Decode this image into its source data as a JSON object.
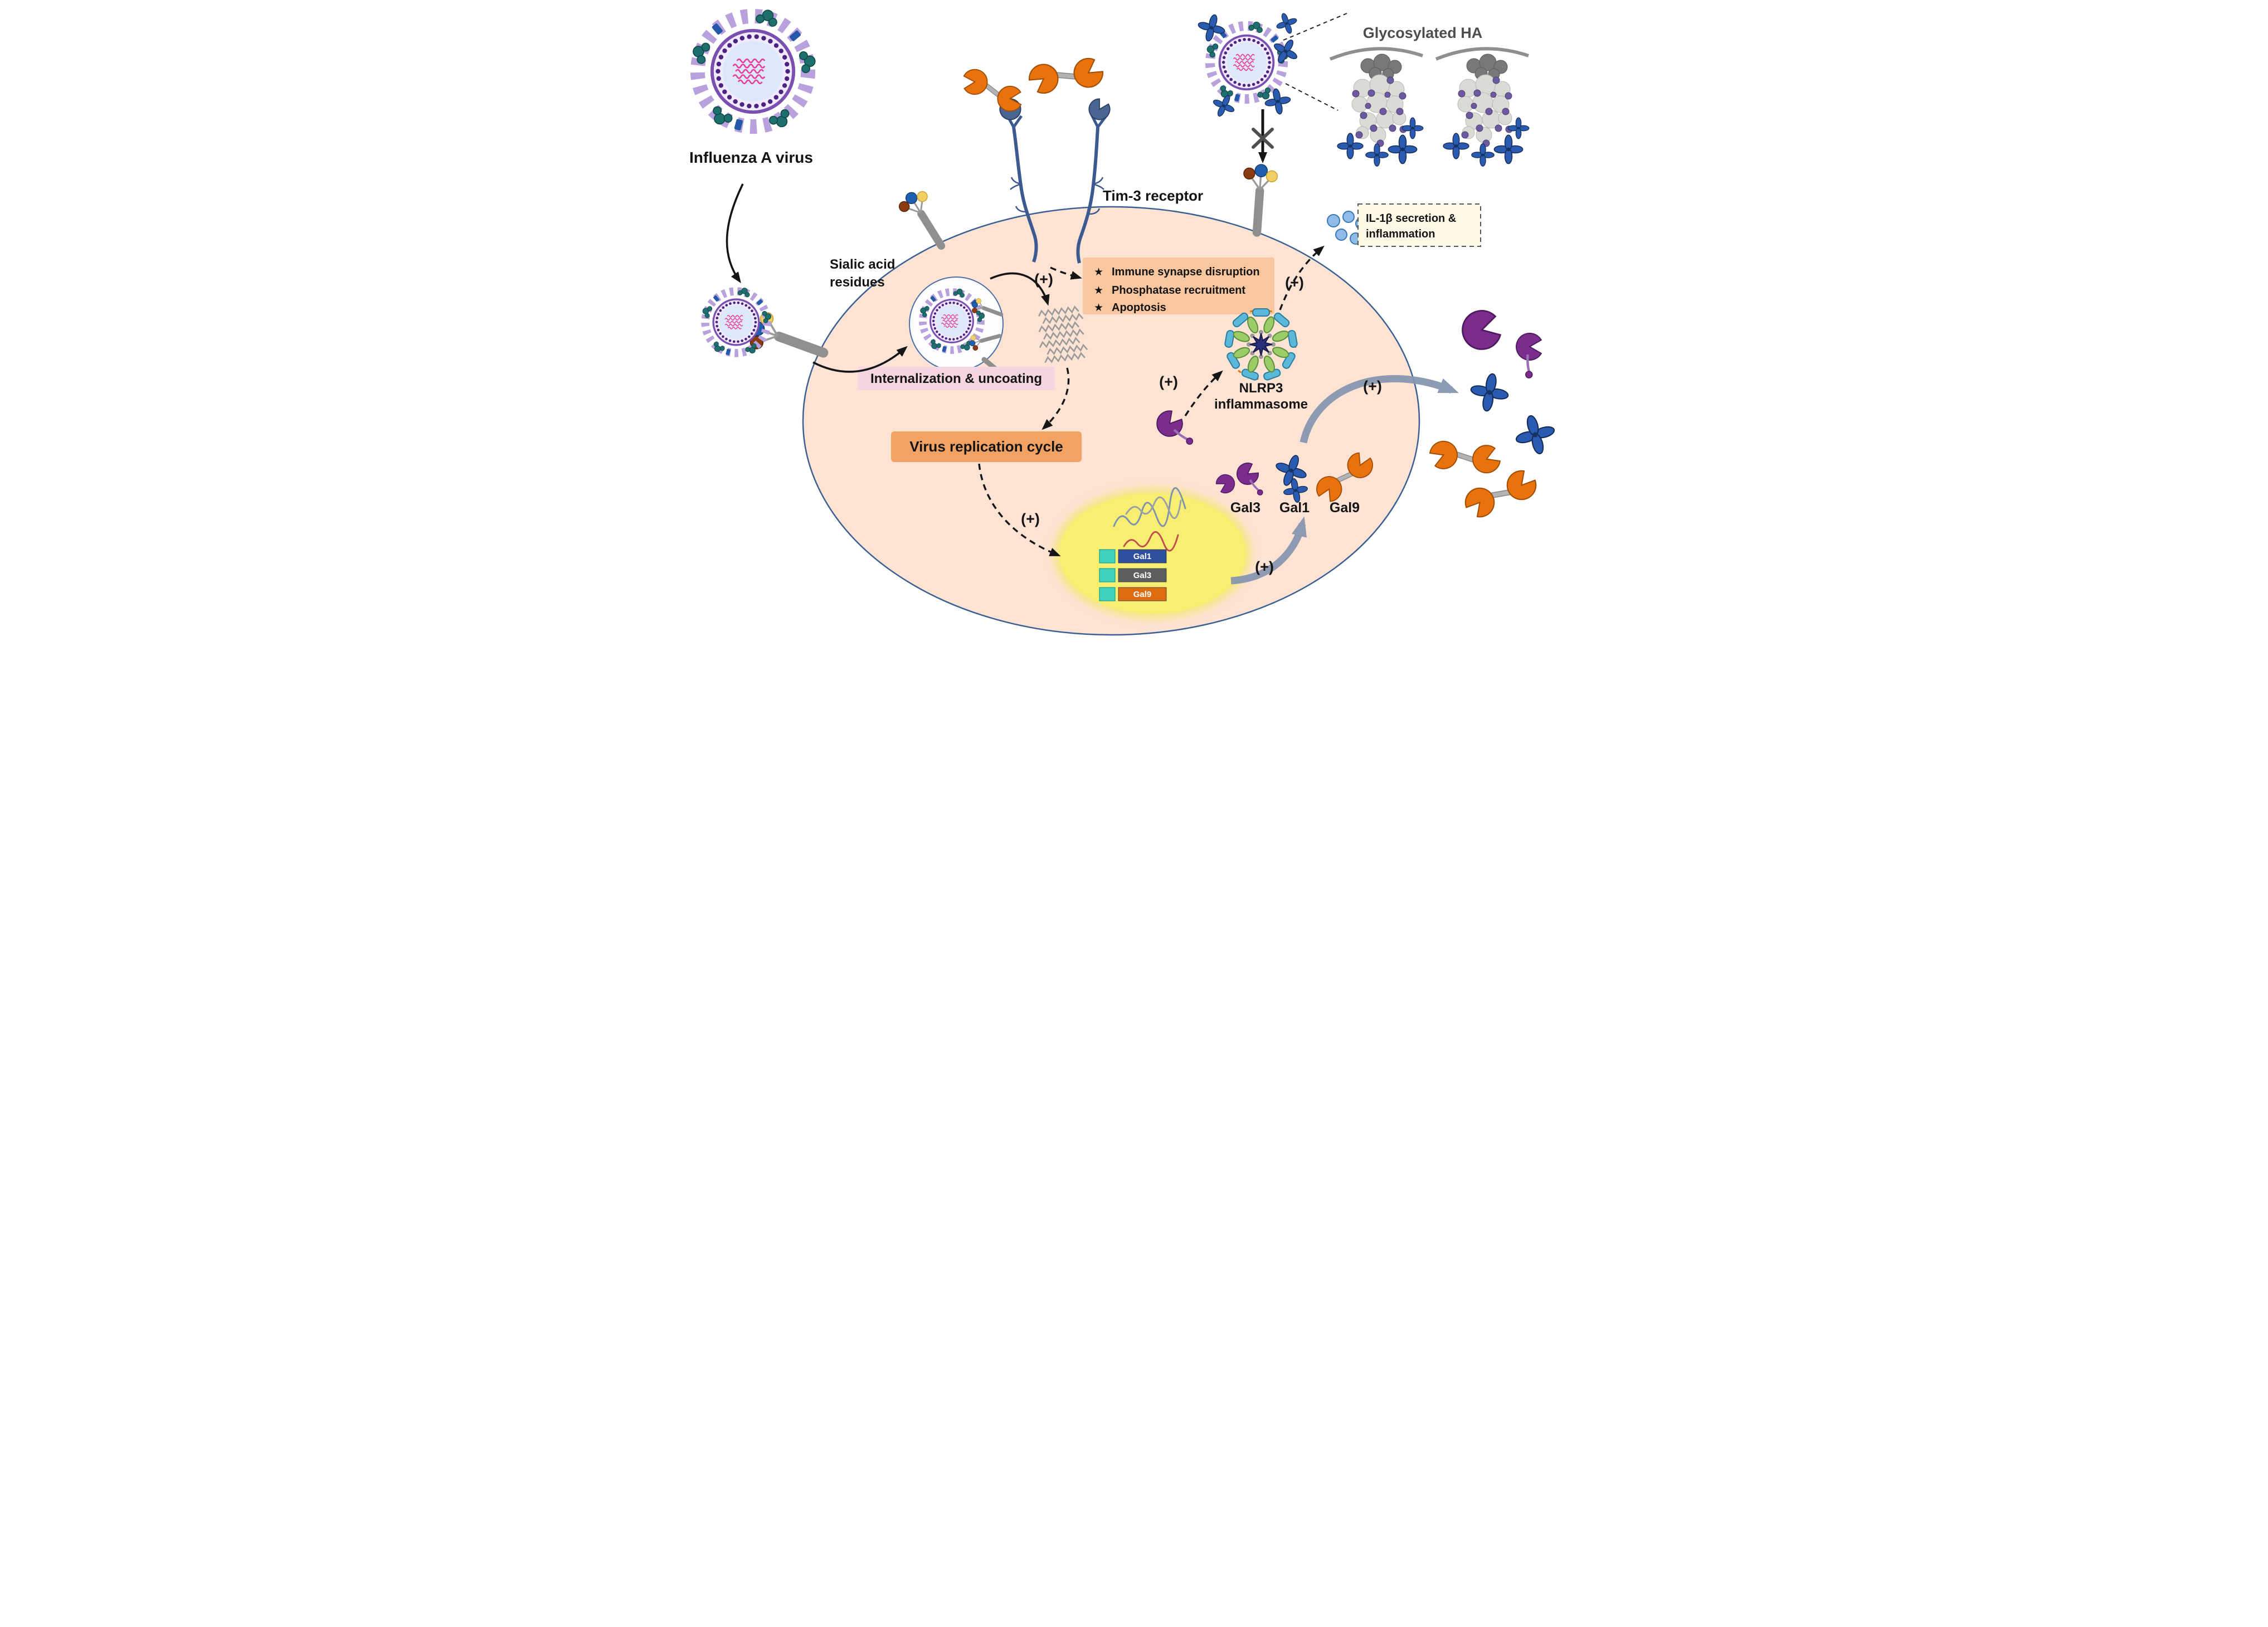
{
  "figure": {
    "labels": {
      "influenza_virus": "Influenza A virus",
      "sialic_acid_line1": "Sialic acid",
      "sialic_acid_line2": "residues",
      "tim3_receptor": "Tim-3 receptor",
      "glycosylated_ha": "Glycosylated HA",
      "internalization": "Internalization & uncoating",
      "virus_replication": "Virus replication cycle",
      "nlrp3_line1": "NLRP3",
      "nlrp3_line2": "inflammasome",
      "il1b_line1": "IL-1β secretion &",
      "il1b_line2": "inflammation",
      "gal3": "Gal3",
      "gal1": "Gal1",
      "gal9": "Gal9",
      "plus": "(+)"
    },
    "icons": {
      "star_icon": "★",
      "blocked_icon": "✗"
    },
    "effects": {
      "star_icon": "★",
      "items": [
        "Immune synapse disruption",
        "Phosphatase recruitment",
        "Apoptosis"
      ]
    },
    "genes": [
      {
        "name": "Gal1",
        "color": "#2d4f9e"
      },
      {
        "name": "Gal3",
        "color": "#5c5e60"
      },
      {
        "name": "Gal9",
        "color": "#dd6b10"
      }
    ],
    "colors": {
      "cell_fill": "#fce3d4",
      "cell_stroke": "#3a5f93",
      "nucleus_fill": "#f8ef72",
      "effects_box": "#f8c7a0",
      "replication_box": "#f2a263",
      "internalization_bg": "#f4d5e1",
      "il1b_box_fill": "#fdf8e6",
      "galectin_purple": "#7b2d8e",
      "galectin_blue": "#2a5bb0",
      "galectin_orange": "#e8720c",
      "arrow_slate": "#8595b0"
    }
  }
}
